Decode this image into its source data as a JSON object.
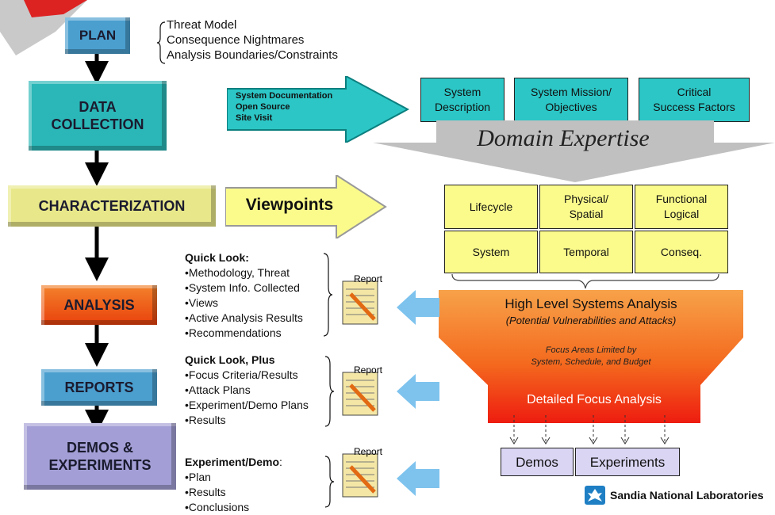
{
  "plan": {
    "label": "PLAN",
    "notes": [
      "Threat Model",
      "Consequence Nightmares",
      "Analysis Boundaries/Constraints"
    ]
  },
  "data_collection": {
    "label_line1": "DATA",
    "label_line2": "COLLECTION",
    "arrow_items": [
      "System Documentation",
      "Open Source",
      "Site Visit"
    ]
  },
  "characterization": {
    "label": "CHARACTERIZATION",
    "arrow_label": "Viewpoints"
  },
  "analysis": {
    "label": "ANALYSIS"
  },
  "reports": {
    "label": "REPORTS"
  },
  "demos": {
    "label_line1": "DEMOS &",
    "label_line2": "EXPERIMENTS"
  },
  "domain": {
    "boxes": [
      {
        "line1": "System",
        "line2": "Description"
      },
      {
        "line1": "System Mission/",
        "line2": "Objectives"
      },
      {
        "line1": "Critical",
        "line2": "Success Factors"
      }
    ],
    "title": "Domain Expertise"
  },
  "viewpoints_grid": [
    [
      "Lifecycle",
      "Physical/\nSpatial",
      "Functional\nLogical"
    ],
    [
      "System",
      "Temporal",
      "Conseq."
    ]
  ],
  "funnel": {
    "title": "High Level Systems Analysis",
    "subtitle": "(Potential Vulnerabilities and Attacks)",
    "focus_line1": "Focus Areas Limited by",
    "focus_line2": "System, Schedule, and Budget",
    "bottom": "Detailed Focus Analysis"
  },
  "outputs": {
    "demos": "Demos",
    "experiments": "Experiments"
  },
  "report_label": "Report",
  "notes": {
    "analysis": {
      "heading": "Quick Look:",
      "items": [
        "•Methodology, Threat",
        "•System Info. Collected",
        "•Views",
        "•Active Analysis Results",
        "•Recommendations"
      ]
    },
    "reports": {
      "heading": "Quick Look, Plus",
      "items": [
        "•Focus Criteria/Results",
        "•Attack Plans",
        "•Experiment/Demo Plans",
        "•Results"
      ]
    },
    "demos": {
      "heading": "Experiment/Demo",
      "heading_suffix": ":",
      "items": [
        "•Plan",
        "•Results",
        "•Conclusions"
      ]
    }
  },
  "logo": {
    "text": "Sandia National Laboratories"
  },
  "colors": {
    "plan": "#4a9fcf",
    "data": "#2bb7b7",
    "char": "#e8e88a",
    "analysis": "#f26a10",
    "reports": "#4a9fcf",
    "demos": "#a39fd6"
  }
}
